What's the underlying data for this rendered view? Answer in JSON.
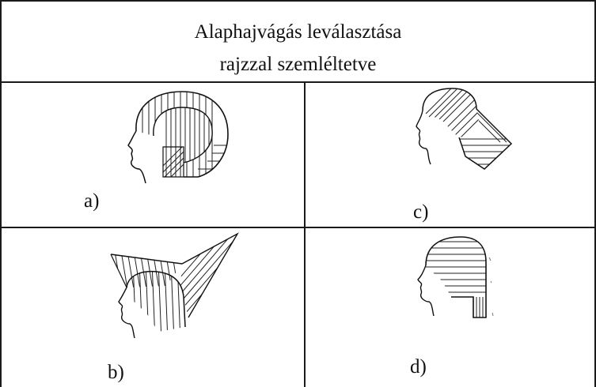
{
  "title": {
    "line1": "Alaphajvágás leválasztása",
    "line2": "rajzzal szemléltetve"
  },
  "cells": {
    "a": {
      "label": "a)"
    },
    "b": {
      "label": "b)"
    },
    "c": {
      "label": "c)"
    },
    "d": {
      "label": "d)"
    }
  }
}
